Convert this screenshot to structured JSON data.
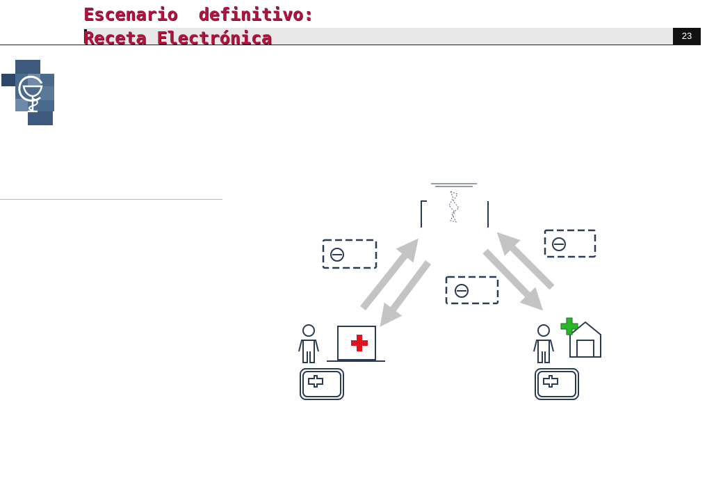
{
  "slide": {
    "title_line1": "Escenario  definitivo:",
    "title_line2": "Receta Electrónica",
    "page_number": "23"
  },
  "icons": {
    "logo": "pharmacy-cross-logo-icon",
    "server": "server-icon",
    "prescription": "electronic-prescription-icon",
    "doctor_person": "person-icon",
    "doctor_office": "medical-office-icon",
    "pharmacy_person": "person-icon",
    "pharmacy": "pharmacy-house-icon",
    "health_card": "health-card-icon",
    "arrow": "arrow-icon"
  },
  "colors": {
    "title": "#b0153f",
    "icon_stroke": "#2b3a55",
    "arrow": "#c4c4c4",
    "red_cross": "#e0141e",
    "green_cross": "#2bb52b",
    "logo_dark": "#2f4868",
    "logo_light": "#6f8aa8"
  }
}
